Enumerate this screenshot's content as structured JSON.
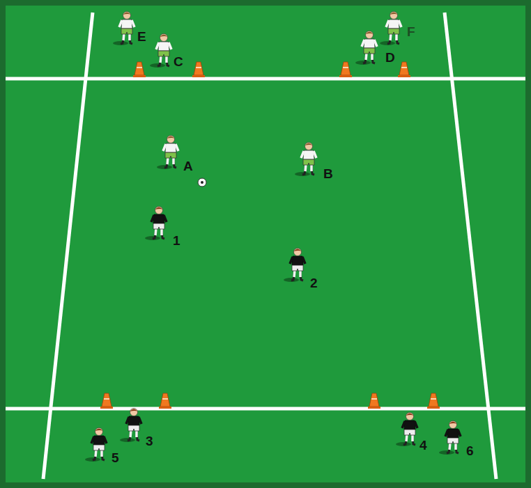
{
  "diagram": {
    "labels": [
      "E",
      "C",
      "F",
      "D",
      "A",
      "B",
      "1",
      "2",
      "3",
      "5",
      "4",
      "6"
    ]
  }
}
